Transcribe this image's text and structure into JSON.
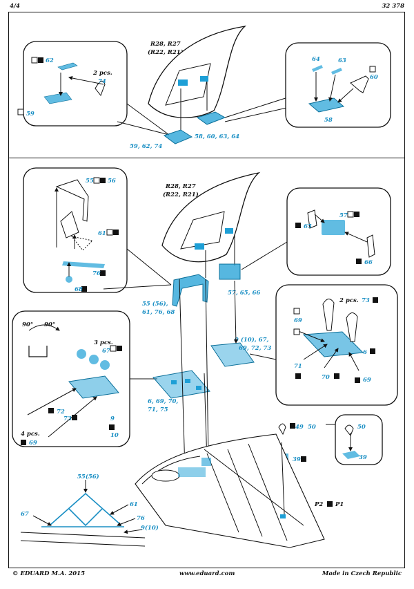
{
  "header": {
    "page": "4/4",
    "set_number": "32 378"
  },
  "top_section": {
    "aircraft_label": "R28, R27",
    "aircraft_label_alt": "(R22, R21)",
    "left_detail": {
      "parts": [
        "62",
        "2 pcs.",
        "74",
        "59"
      ]
    },
    "right_detail": {
      "parts": [
        "64",
        "63",
        "60",
        "58"
      ]
    },
    "callouts": [
      "59, 62, 74",
      "58, 60, 63, 64"
    ]
  },
  "bottom_section": {
    "aircraft_label": "R28, R27",
    "aircraft_label_alt": "(R22, R21)",
    "left_upper_detail": {
      "parts": [
        "55",
        "56",
        "61",
        "76",
        "68"
      ]
    },
    "right_upper_detail": {
      "parts": [
        "57",
        "65",
        "66"
      ]
    },
    "right_mid_detail": {
      "parts": [
        "2 pcs.",
        "73",
        "69",
        "6",
        "71",
        "70",
        "69"
      ]
    },
    "left_mid_detail": {
      "angle_left": "90°",
      "angle_right": "90°",
      "parts": [
        "3 pcs.",
        "67",
        "72",
        "73",
        "9",
        "10",
        "4 pcs.",
        "69"
      ]
    },
    "small_detail": {
      "parts": [
        "50",
        "39"
      ]
    },
    "callouts": [
      "55 (56),",
      "61, 76, 68",
      "57, 65, 66",
      "6, 69, 70,",
      "71, 75",
      "9 (10), 67,",
      "69, 72, 73",
      "49",
      "50",
      "39"
    ],
    "pe_note": {
      "left": "P2",
      "right": "P1"
    },
    "cross_section": {
      "parts": [
        "55(56)",
        "61",
        "67",
        "76",
        "9(10)"
      ]
    }
  },
  "footer": {
    "copyright": "© EDUARD  M.A. 2015",
    "website": "www.eduard.com",
    "origin": "Made in Czech Republic"
  }
}
